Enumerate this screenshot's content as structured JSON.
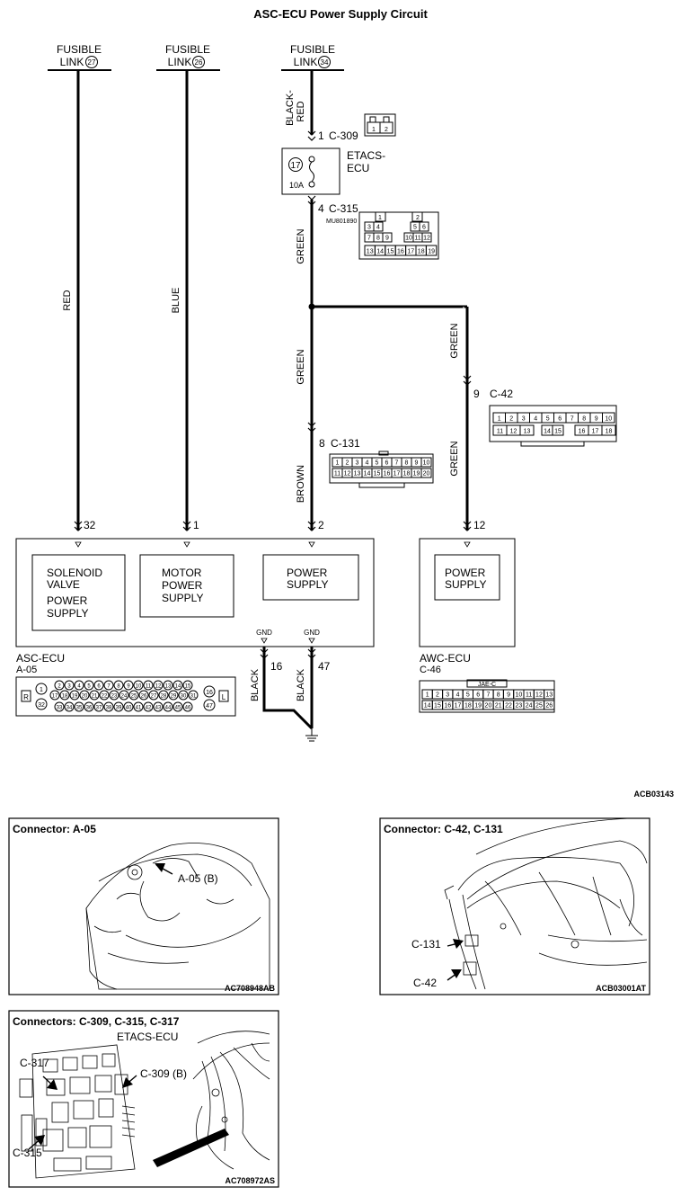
{
  "title": "ASC-ECU Power Supply Circuit",
  "fusible_links": [
    {
      "label": "FUSIBLE",
      "link": "LINK",
      "num": "27"
    },
    {
      "label": "FUSIBLE",
      "link": "LINK",
      "num": "26"
    },
    {
      "label": "FUSIBLE",
      "link": "LINK",
      "num": "34"
    }
  ],
  "wires": {
    "red": "RED",
    "blue": "BLUE",
    "black_red_1": "BLACK-",
    "black_red_2": "RED",
    "green_upper": "GREEN",
    "green_mid": "GREEN",
    "green_right_upper": "GREEN",
    "green_right_lower": "GREEN",
    "brown": "BROWN",
    "black_left": "BLACK",
    "black_right": "BLACK"
  },
  "connectors": {
    "c309_pin": "1",
    "c309": "C-309",
    "c315_pin": "4",
    "c315": "C-315",
    "mu_code": "MU801890",
    "c42_pin": "9",
    "c42": "C-42",
    "c131_pin": "8",
    "c131": "C-131"
  },
  "etacs": {
    "line1": "ETACS-",
    "line2": "ECU",
    "fuse_num": "17",
    "fuse_rating": "10A"
  },
  "asc_ecu": {
    "pins": {
      "p32": "32",
      "p1": "1",
      "p2": "2",
      "p16": "16",
      "p47": "47"
    },
    "gnd1": "GND",
    "gnd2": "GND",
    "solenoid": [
      "SOLENOID",
      "VALVE",
      "POWER",
      "SUPPLY"
    ],
    "motor": [
      "MOTOR",
      "POWER",
      "SUPPLY"
    ],
    "power": [
      "POWER",
      "SUPPLY"
    ],
    "name": "ASC-ECU",
    "code": "A-05"
  },
  "awc_ecu": {
    "pin12": "12",
    "power": [
      "POWER",
      "SUPPLY"
    ],
    "name": "AWC-ECU",
    "code": "C-46",
    "jae": "JAE-C"
  },
  "a05_pins": {
    "row1": [
      "2",
      "3",
      "4",
      "5",
      "6",
      "7",
      "8",
      "9",
      "10",
      "11",
      "12",
      "13",
      "14",
      "15"
    ],
    "row2": [
      "17",
      "18",
      "19",
      "20",
      "21",
      "22",
      "23",
      "24",
      "25",
      "26",
      "27",
      "28",
      "29",
      "30",
      "31"
    ],
    "row3": [
      "33",
      "34",
      "35",
      "36",
      "37",
      "38",
      "39",
      "40",
      "41",
      "42",
      "43",
      "44",
      "45",
      "46"
    ],
    "left_top": "1",
    "left_bot": "32",
    "right_top": "16",
    "right_bot": "47",
    "R": "R",
    "L": "L"
  },
  "c309_pins": [
    "1",
    "2"
  ],
  "c315_pins": {
    "r1": [
      "1",
      "2"
    ],
    "r2": [
      "3",
      "4",
      "5",
      "6"
    ],
    "r3": [
      "7",
      "8",
      "9",
      "10",
      "11",
      "12"
    ],
    "r4": [
      "13",
      "14",
      "15",
      "16",
      "17",
      "18",
      "19"
    ]
  },
  "c42_pins": {
    "r1": [
      "1",
      "2",
      "3",
      "4",
      "5",
      "6",
      "7",
      "8",
      "9",
      "10"
    ],
    "r2": [
      "11",
      "12",
      "13",
      "14",
      "15",
      "16",
      "17",
      "18"
    ]
  },
  "c131_pins": {
    "r1": [
      "1",
      "2",
      "3",
      "4",
      "5",
      "6",
      "7",
      "8",
      "9",
      "10"
    ],
    "r2": [
      "11",
      "12",
      "13",
      "14",
      "15",
      "16",
      "17",
      "18",
      "19",
      "20"
    ]
  },
  "c46_pins": {
    "r1": [
      "1",
      "2",
      "3",
      "4",
      "5",
      "6",
      "7",
      "8",
      "9",
      "10",
      "11",
      "12",
      "13"
    ],
    "r2": [
      "14",
      "15",
      "16",
      "17",
      "18",
      "19",
      "20",
      "21",
      "22",
      "23",
      "24",
      "25",
      "26"
    ]
  },
  "diagram_code": "ACB03143",
  "panels": {
    "a05": {
      "title": "Connector: A-05",
      "callout": "A-05 (B)",
      "code": "AC708948AB"
    },
    "c42": {
      "title": "Connector: C-42, C-131",
      "callout1": "C-131",
      "callout2": "C-42",
      "code": "ACB03001AT"
    },
    "c309": {
      "title": "Connectors: C-309, C-315, C-317",
      "ecu": "ETACS-ECU",
      "c317": "C-317",
      "c309b": "C-309 (B)",
      "c315": "C-315",
      "code": "AC708972AS"
    }
  }
}
